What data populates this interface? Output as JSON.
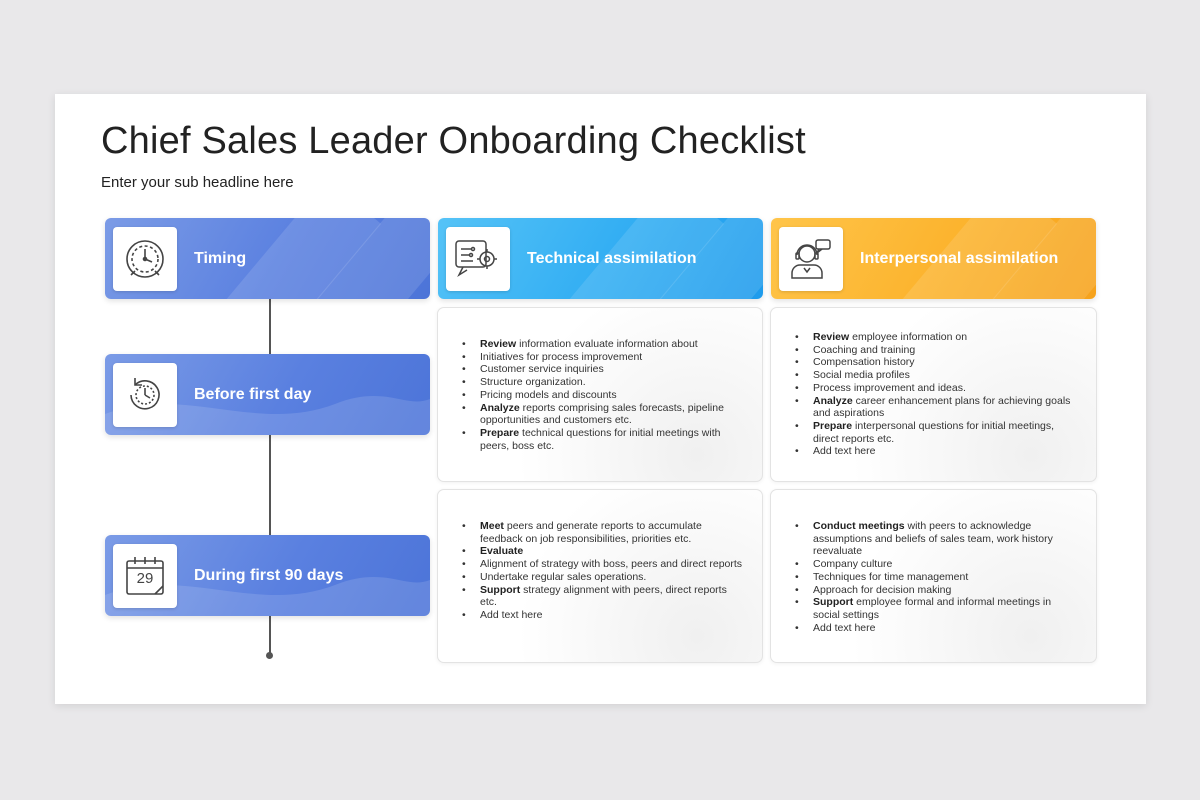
{
  "title": "Chief Sales Leader Onboarding Checklist",
  "subtitle": "Enter your sub headline here",
  "colors": {
    "blue": "#5a80e0",
    "cyan": "#2eabf2",
    "orange": "#fbb12a"
  },
  "headers": {
    "timing": {
      "label": "Timing",
      "icon": "clock-gear-icon"
    },
    "technical": {
      "label": "Technical assimilation",
      "icon": "circuit-gear-icon"
    },
    "interpersonal": {
      "label": "Interpersonal assimilation",
      "icon": "support-agent-icon"
    }
  },
  "rows": [
    {
      "label": "Before first day",
      "icon": "clock-history-icon",
      "technical": [
        {
          "bold": "Review",
          "text": " information evaluate information about"
        },
        {
          "bold": "",
          "text": "Initiatives for process improvement"
        },
        {
          "bold": "",
          "text": "Customer service inquiries"
        },
        {
          "bold": "",
          "text": "Structure organization."
        },
        {
          "bold": "",
          "text": "Pricing models and discounts"
        },
        {
          "bold": "Analyze",
          "text": " reports comprising sales forecasts, pipeline opportunities and customers etc."
        },
        {
          "bold": "Prepare",
          "text": " technical questions for initial meetings with peers, boss etc."
        }
      ],
      "interpersonal": [
        {
          "bold": "Review",
          "text": " employee information on"
        },
        {
          "bold": "",
          "text": "Coaching and training"
        },
        {
          "bold": "",
          "text": "Compensation history"
        },
        {
          "bold": "",
          "text": "Social media profiles"
        },
        {
          "bold": "",
          "text": "Process improvement and ideas."
        },
        {
          "bold": "Analyze",
          "text": " career enhancement plans for achieving goals and aspirations"
        },
        {
          "bold": "Prepare",
          "text": " interpersonal questions for initial meetings, direct reports etc."
        },
        {
          "bold": "",
          "text": "Add text here"
        }
      ]
    },
    {
      "label": "During first 90 days",
      "icon": "calendar-icon",
      "calendar_day": "29",
      "technical": [
        {
          "bold": "Meet",
          "text": " peers and generate reports to accumulate feedback on job responsibilities, priorities etc."
        },
        {
          "bold": "Evaluate",
          "text": ""
        },
        {
          "bold": "",
          "text": "Alignment of strategy with boss, peers and direct reports"
        },
        {
          "bold": "",
          "text": "Undertake regular sales operations."
        },
        {
          "bold": "Support",
          "text": " strategy alignment with peers, direct reports etc."
        },
        {
          "bold": "",
          "text": "Add text here"
        }
      ],
      "interpersonal": [
        {
          "bold": "Conduct meetings",
          "text": " with peers to acknowledge assumptions and beliefs of sales team, work history reevaluate"
        },
        {
          "bold": "",
          "text": "Company culture"
        },
        {
          "bold": "",
          "text": "Techniques for time management"
        },
        {
          "bold": "",
          "text": "Approach for decision making"
        },
        {
          "bold": "Support",
          "text": " employee formal and informal meetings in social settings"
        },
        {
          "bold": "",
          "text": "Add text here"
        }
      ]
    }
  ]
}
